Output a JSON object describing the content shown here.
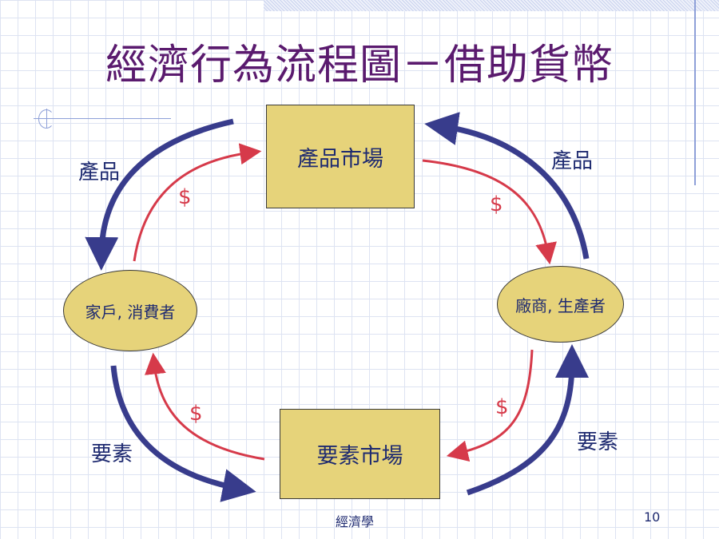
{
  "slide": {
    "title": "經濟行為流程圖－借助貨幣",
    "footer": "經濟學",
    "page_number": "10"
  },
  "nodes": {
    "product_market": "產品市場",
    "factor_market": "要素市場",
    "household": "家戶, 消費者",
    "firm": "廠商, 生產者"
  },
  "flows": {
    "product_left": "產品",
    "product_right": "產品",
    "factor_left": "要素",
    "factor_right": "要素",
    "money_top_left": "$",
    "money_top_right": "$",
    "money_bottom_left": "$",
    "money_bottom_right": "$"
  },
  "colors": {
    "real_flow": "#383c8c",
    "money_flow": "#d63a4a",
    "node_fill": "#e6d37a",
    "title": "#5a1a6e",
    "label": "#1e2a70"
  }
}
